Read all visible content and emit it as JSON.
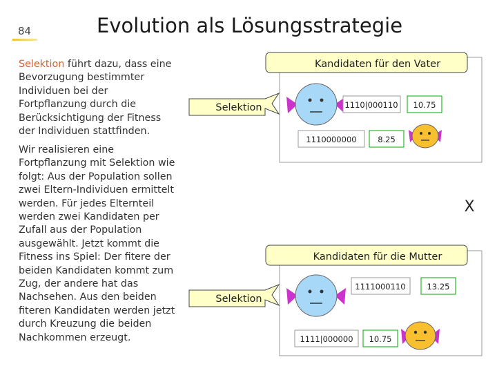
{
  "page_number": "84",
  "title": "Evolution als Lösungsstrategie",
  "intro": {
    "highlight": "Selektion",
    "rest": " führt dazu, dass eine Bevorzugung bestimmter Individuen bei der Fortpflanzung durch die Berücksichtigung der Fitness der Individuen stattfinden."
  },
  "body_text": "Wir realisieren eine Fortpflanzung mit Selektion wie folgt: Aus der Population sollen zwei Eltern-Individuen ermittelt werden. Für jedes Elternteil werden zwei Kandidaten per Zufall aus der Population ausgewählt. Jetzt kommt die Fitness ins Spiel: Der fitere der beiden Kandidaten kommt zum Zug, der andere hat das Nachsehen. Aus den beiden fiteren Kandidaten werden jetzt durch Kreuzung die beiden Nachkommen erzeugt.",
  "father": {
    "header": "Kandidaten für den Vater",
    "selection_label": "Selektion",
    "candidate1_genome": "1110|000110",
    "candidate1_fitness": "10.75",
    "candidate2_genome": "1110000000",
    "candidate2_fitness": "8.25"
  },
  "cross_symbol": "X",
  "mother": {
    "header": "Kandidaten für die Mutter",
    "selection_label": "Selektion",
    "candidate1_genome": "1111000110",
    "candidate1_fitness": "13.25",
    "candidate2_genome": "1111|000000",
    "candidate2_fitness": "10.75"
  },
  "colors": {
    "callout_fill": "#ffffc8",
    "face_blue": "#a8d8f8",
    "face_orange": "#f8c030",
    "bow_purple": "#cc33cc",
    "fitness_border": "#00aa00",
    "highlight_text": "#d0602a"
  }
}
